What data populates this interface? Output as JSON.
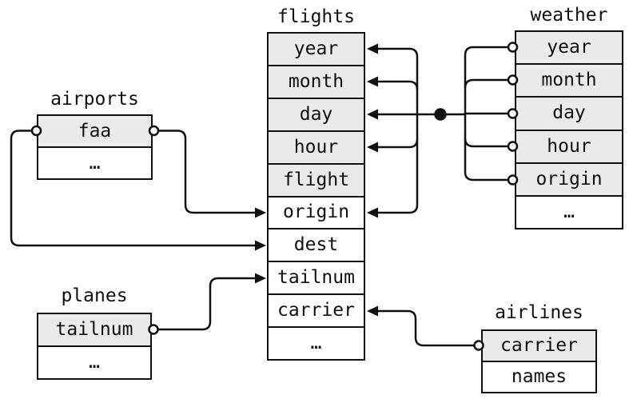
{
  "tables": {
    "flights": {
      "title": "flights",
      "rows": [
        {
          "label": "year",
          "is_key": true
        },
        {
          "label": "month",
          "is_key": true
        },
        {
          "label": "day",
          "is_key": true
        },
        {
          "label": "hour",
          "is_key": true
        },
        {
          "label": "flight",
          "is_key": true
        },
        {
          "label": "origin",
          "is_key": false
        },
        {
          "label": "dest",
          "is_key": false
        },
        {
          "label": "tailnum",
          "is_key": false
        },
        {
          "label": "carrier",
          "is_key": false
        },
        {
          "label": "…",
          "is_key": false
        }
      ]
    },
    "weather": {
      "title": "weather",
      "rows": [
        {
          "label": "year",
          "is_key": true
        },
        {
          "label": "month",
          "is_key": true
        },
        {
          "label": "day",
          "is_key": true
        },
        {
          "label": "hour",
          "is_key": true
        },
        {
          "label": "origin",
          "is_key": true
        },
        {
          "label": "…",
          "is_key": false
        }
      ]
    },
    "airports": {
      "title": "airports",
      "rows": [
        {
          "label": "faa",
          "is_key": true
        },
        {
          "label": "…",
          "is_key": false
        }
      ]
    },
    "planes": {
      "title": "planes",
      "rows": [
        {
          "label": "tailnum",
          "is_key": true
        },
        {
          "label": "…",
          "is_key": false
        }
      ]
    },
    "airlines": {
      "title": "airlines",
      "rows": [
        {
          "label": "carrier",
          "is_key": true
        },
        {
          "label": "names",
          "is_key": false
        }
      ]
    }
  },
  "relationships": [
    {
      "from": "weather(year, month, day, hour, origin)",
      "to": "flights(year, month, day, hour, origin)",
      "style": "compound-key-junction-dot"
    },
    {
      "from": "airports.faa",
      "to": "flights.origin"
    },
    {
      "from": "airports.faa",
      "to": "flights.dest"
    },
    {
      "from": "planes.tailnum",
      "to": "flights.tailnum"
    },
    {
      "from": "airlines.carrier",
      "to": "flights.carrier"
    }
  ],
  "colors": {
    "key_row_fill": "#eaeaea",
    "row_fill": "#ffffff",
    "line": "#111111",
    "background": "#ffffff"
  }
}
